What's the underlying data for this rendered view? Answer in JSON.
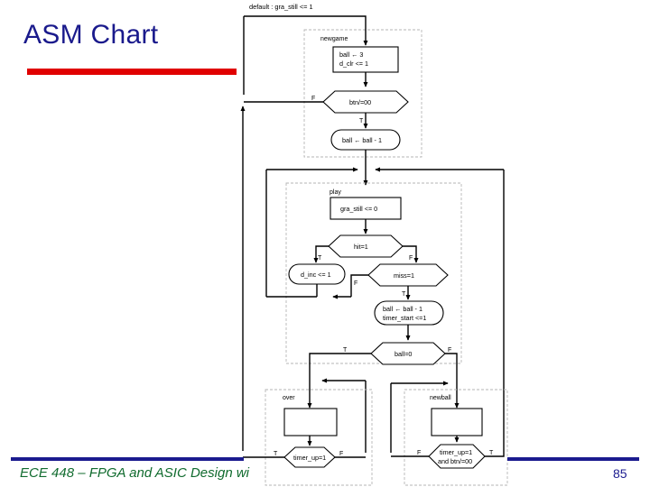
{
  "slide": {
    "title": "ASM Chart",
    "title_color": "#1a1a8c",
    "accent_rule_color": "#e00000",
    "footer_rule_color": "#1b1b8f",
    "footer_text": "ECE 448 – FPGA and ASIC Design wi",
    "footer_text_color": "#106b2e",
    "page_number": "85"
  },
  "chart_data": {
    "type": "diagram",
    "title": "ASM Chart",
    "diagram_kind": "asm-chart",
    "default_annotation": "default : gra_still <= 1",
    "states": [
      {
        "name": "newgame",
        "actions": [
          "ball ← 3",
          "d_clr <= 1"
        ],
        "decisions": [
          {
            "condition": "btn/=00",
            "true_label": "T",
            "false_label": "F"
          }
        ],
        "conditional_outputs": [
          "ball ← ball - 1"
        ]
      },
      {
        "name": "play",
        "actions": [
          "gra_still <= 0"
        ],
        "decisions": [
          {
            "condition": "hit=1",
            "true_label": "T",
            "false_label": "F"
          },
          {
            "condition": "miss=1",
            "true_label": "T",
            "false_label": "F"
          },
          {
            "condition": "ball=0",
            "true_label": "T",
            "false_label": "F"
          }
        ],
        "conditional_outputs": [
          "d_inc <= 1",
          "ball ← ball - 1",
          "timer_start <=1"
        ]
      },
      {
        "name": "over",
        "actions": [],
        "decisions": [
          {
            "condition": "timer_up=1",
            "true_label": "T",
            "false_label": "F"
          }
        ],
        "conditional_outputs": []
      },
      {
        "name": "newball",
        "actions": [],
        "decisions": [
          {
            "condition": "timer_up=1 and btn/=00",
            "true_label": "T",
            "false_label": "F"
          }
        ],
        "conditional_outputs": []
      }
    ],
    "labels": {
      "default": "default : gra_still <= 1",
      "state_newgame": "newgame",
      "state_play": "play",
      "state_over": "over",
      "state_newball": "newball",
      "box_newgame_line1": "ball ← 3",
      "box_newgame_line2": "d_clr <= 1",
      "dec_btn": "btn/=00",
      "oval_ball_dec": "ball ← ball - 1",
      "box_play": "gra_still <= 0",
      "dec_hit": "hit=1",
      "oval_dinc": "d_inc <= 1",
      "dec_miss": "miss=1",
      "oval_miss_line1": "ball ← ball - 1",
      "oval_miss_line2": "timer_start <=1",
      "dec_ball0": "ball=0",
      "dec_timerup": "timer_up=1",
      "dec_newball_line1": "timer_up=1",
      "dec_newball_line2": "and btn/=00",
      "F": "F",
      "T": "T"
    }
  }
}
